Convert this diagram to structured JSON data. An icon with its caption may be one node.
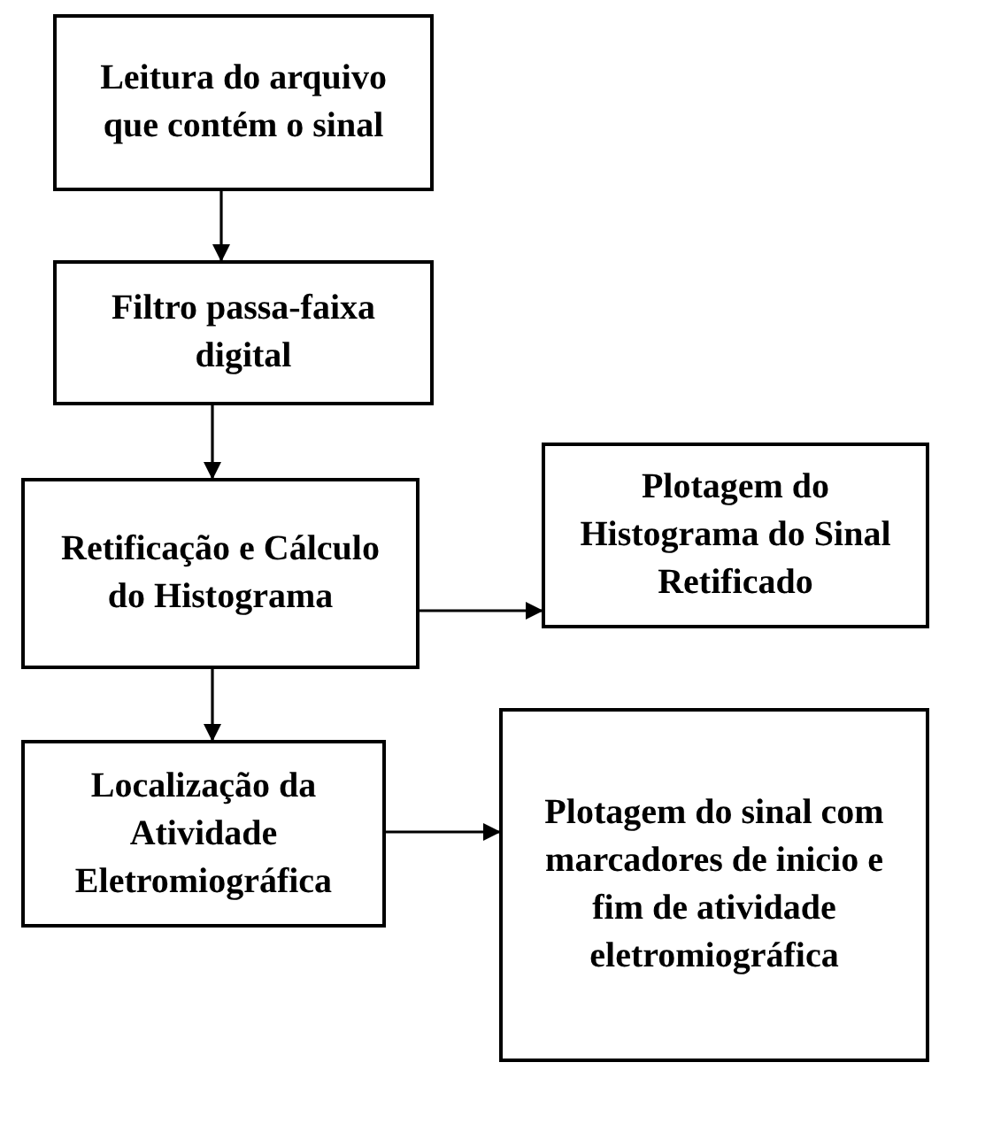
{
  "diagram": {
    "nodes": [
      {
        "text": [
          "Leitura do arquivo que contém o sinal"
        ]
      },
      {
        "text": [
          "Filtro passa-faixa digital"
        ]
      },
      {
        "text": [
          "Retificação e Cálculo do Histograma"
        ]
      },
      {
        "text": [
          "Plotagem do Histograma do Sinal Retificado"
        ]
      },
      {
        "text": [
          "Localização da Atividade Eletromiográfica"
        ]
      },
      {
        "text": [
          "Plotagem do sinal com marcadores de inicio e fim de atividade eletromiográfica"
        ]
      }
    ],
    "edges": [
      {
        "from": 0,
        "to": 1,
        "arrow": "to"
      },
      {
        "from": 1,
        "to": 2,
        "arrow": "to"
      },
      {
        "from": 2,
        "to": 3,
        "arrow": "to"
      },
      {
        "from": 2,
        "to": 4,
        "arrow": "to"
      },
      {
        "from": 4,
        "to": 5,
        "arrow": "to"
      }
    ]
  }
}
